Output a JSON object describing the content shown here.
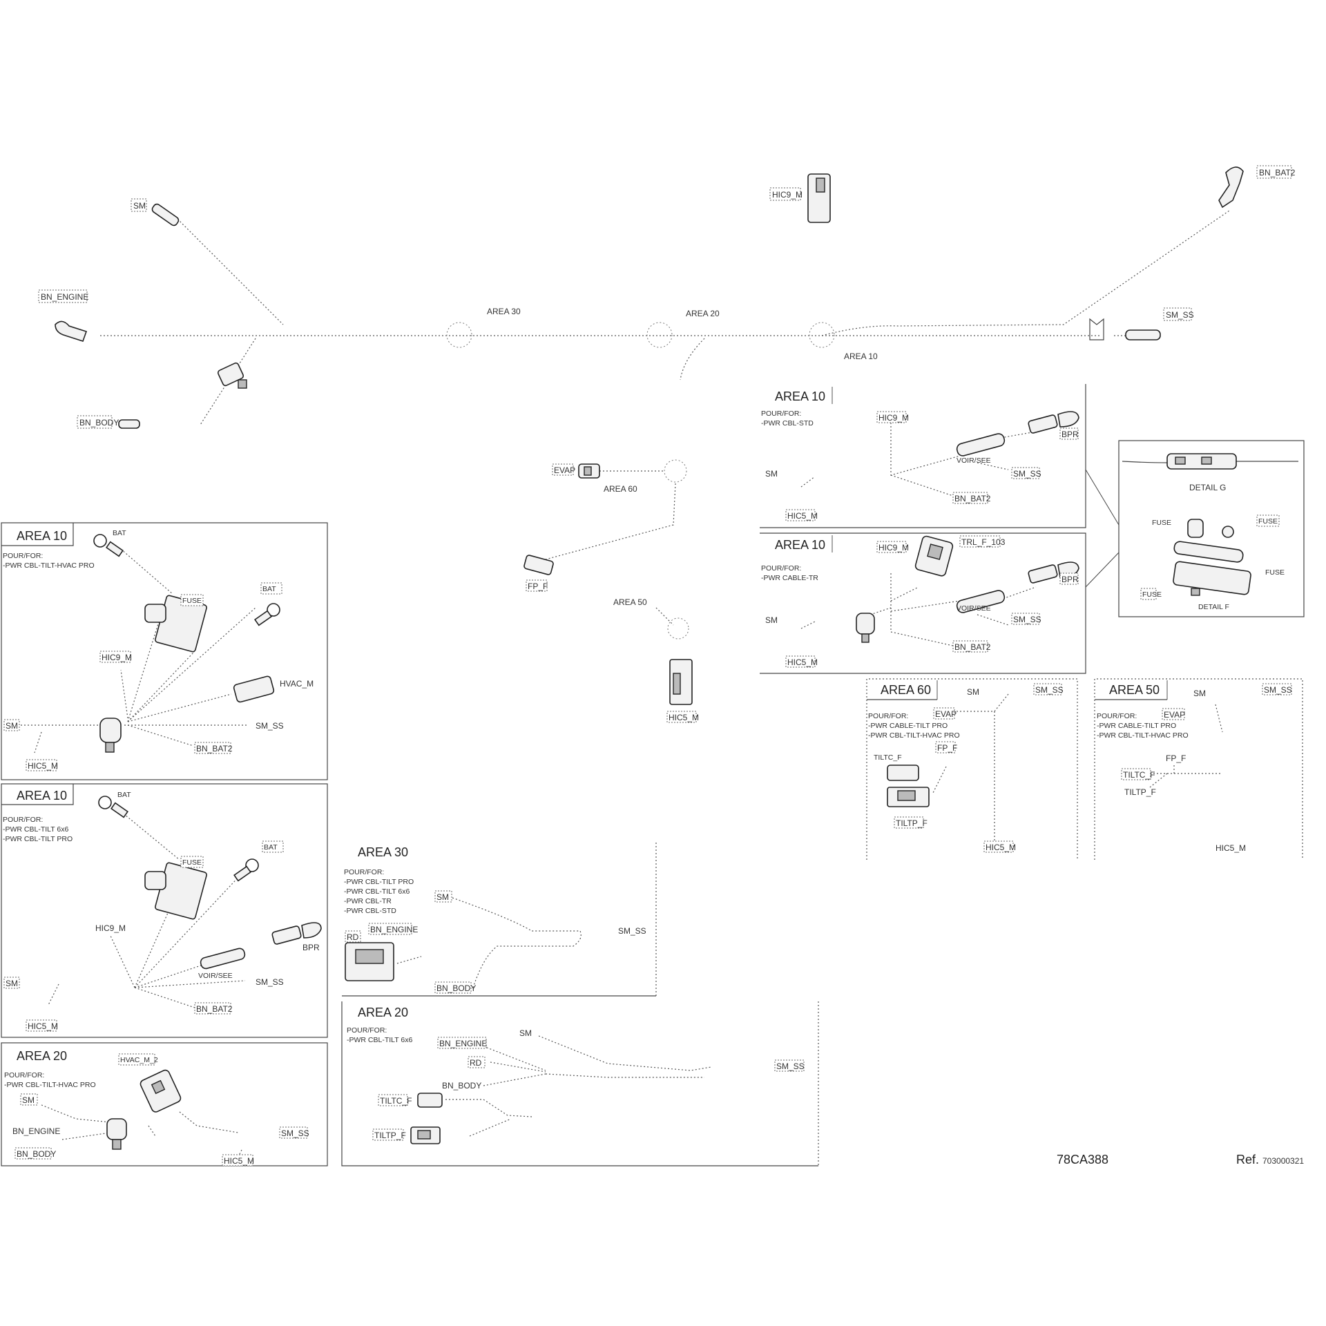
{
  "tags": {
    "sm": "SM",
    "sm_ss": "SM_SS",
    "bn_engine": "BN_ENGINE",
    "bn_body": "BN_BODY",
    "bn_bat2": "BN_BAT2",
    "hic9_m": "HIC9_M",
    "hic5_m": "HIC5_M",
    "hvac_m": "HVAC_M",
    "hvac_m2": "HVAC_M_2",
    "bpr": "BPR",
    "bat": "BAT",
    "rd": "RD",
    "evap": "EVAP",
    "fp_f": "FP_F",
    "tiltc_f": "TILTC_F",
    "tiltp_f": "TILTP_F",
    "fuse": "FUSE",
    "trl_f_103": "TRL_F_103",
    "voir_see": "VOIR/SEE",
    "detail_g": "DETAIL G",
    "detail_f": "DETAIL F",
    "area_30": "AREA 30",
    "area_20": "AREA 20",
    "area_10": "AREA 10",
    "area_60": "AREA 60",
    "area_50": "AREA 50"
  },
  "detail_g_label": "DETAIL G",
  "panels": {
    "a10_right_top": {
      "title": "AREA 10",
      "pour": "POUR/FOR:",
      "items": [
        "-PWR CBL-STD"
      ]
    },
    "a10_right_bot": {
      "title": "AREA 10",
      "pour": "POUR/FOR:",
      "items": [
        "-PWR CABLE-TR"
      ]
    },
    "a60": {
      "title": "AREA 60",
      "pour": "POUR/FOR:",
      "items": [
        "-PWR CABLE-TILT PRO",
        "-PWR CBL-TILT-HVAC PRO"
      ]
    },
    "a50": {
      "title": "AREA 50",
      "pour": "POUR/FOR:",
      "items": [
        "-PWR CABLE-TILT PRO",
        "-PWR CBL-TILT-HVAC PRO"
      ]
    },
    "a10_left_1": {
      "title": "AREA 10",
      "pour": "POUR/FOR:",
      "items": [
        "-PWR CBL-TILT-HVAC PRO"
      ]
    },
    "a10_left_2": {
      "title": "AREA 10",
      "pour": "POUR/FOR:",
      "items": [
        "-PWR CBL-TILT 6x6",
        "-PWR CBL-TILT PRO"
      ]
    },
    "a20_left": {
      "title": "AREA 20",
      "pour": "POUR/FOR:",
      "items": [
        "-PWR CBL-TILT-HVAC PRO"
      ]
    },
    "a30_mid": {
      "title": "AREA 30",
      "pour": "POUR/FOR:",
      "items": [
        "-PWR CBL-TILT PRO",
        "-PWR CBL-TILT 6x6",
        "-PWR CBL-TR",
        "-PWR CBL-STD"
      ]
    },
    "a20_mid": {
      "title": "AREA 20",
      "pour": "POUR/FOR:",
      "items": [
        "-PWR CBL-TILT 6x6"
      ]
    }
  },
  "footer": {
    "code": "78CA388",
    "ref_label": "Ref.",
    "ref_number": "703000321"
  }
}
